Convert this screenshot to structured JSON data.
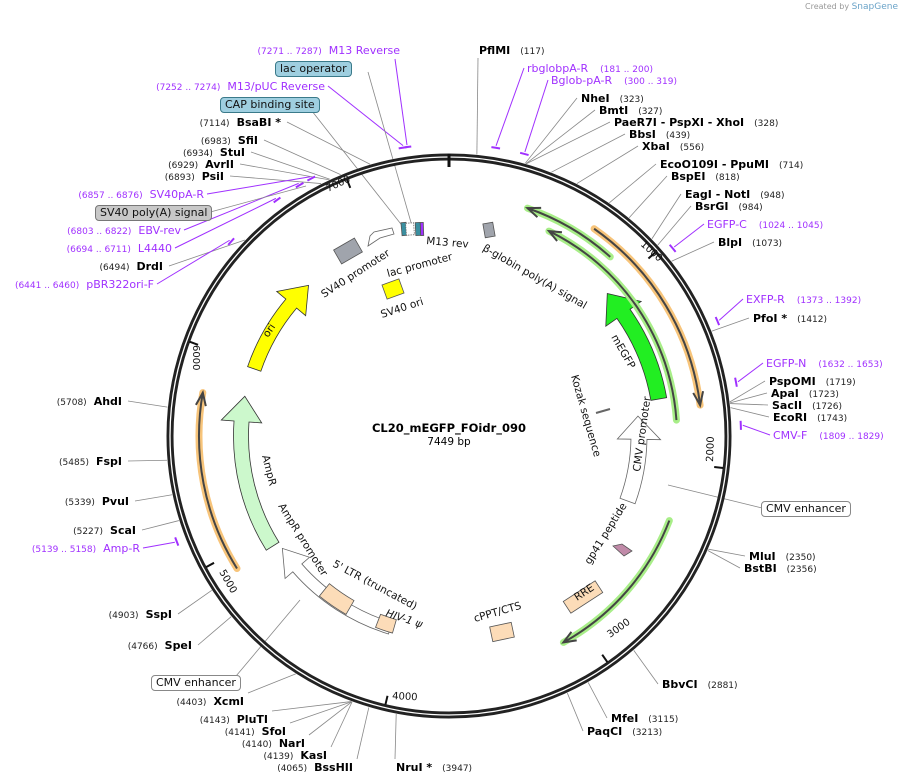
{
  "credit": {
    "prefix": "Created by",
    "brand": "SnapGene"
  },
  "plasmid": {
    "name": "CL20_mEGFP_FOidr_090",
    "length_label": "7449 bp",
    "length_bp": 7449
  },
  "ticks": [
    "1000",
    "2000",
    "3000",
    "4000",
    "5000",
    "6000",
    "7000"
  ],
  "enzymes": [
    {
      "name": "PflMI",
      "pos": 117
    },
    {
      "name": "NheI",
      "pos": 323
    },
    {
      "name": "BmtI",
      "pos": 327
    },
    {
      "name": "PaeR7I  - PspXI  - XhoI",
      "pos": 328
    },
    {
      "name": "BbsI",
      "pos": 439
    },
    {
      "name": "XbaI",
      "pos": 556
    },
    {
      "name": "EcoO109I  - PpuMI",
      "pos": 714
    },
    {
      "name": "BspEI",
      "pos": 818
    },
    {
      "name": "EagI  - NotI",
      "pos": 948
    },
    {
      "name": "BsrGI",
      "pos": 984
    },
    {
      "name": "BlpI",
      "pos": 1073
    },
    {
      "name": "PfoI *",
      "pos": 1412
    },
    {
      "name": "PspOMI",
      "pos": 1719
    },
    {
      "name": "ApaI",
      "pos": 1723
    },
    {
      "name": "SacII",
      "pos": 1726
    },
    {
      "name": "EcoRI",
      "pos": 1743
    },
    {
      "name": "MluI",
      "pos": 2350
    },
    {
      "name": "BstBI",
      "pos": 2356
    },
    {
      "name": "BbvCI",
      "pos": 2881
    },
    {
      "name": "MfeI",
      "pos": 3115
    },
    {
      "name": "PaqCI",
      "pos": 3213
    },
    {
      "name": "NruI *",
      "pos": 3947
    },
    {
      "name": "BsaBI *",
      "pos": 7114
    },
    {
      "name": "SfiI",
      "pos": 6983
    },
    {
      "name": "StuI",
      "pos": 6934
    },
    {
      "name": "AvrII",
      "pos": 6929
    },
    {
      "name": "PsiI",
      "pos": 6893
    },
    {
      "name": "DrdI",
      "pos": 6494
    },
    {
      "name": "AhdI",
      "pos": 5708
    },
    {
      "name": "FspI",
      "pos": 5485
    },
    {
      "name": "PvuI",
      "pos": 5339
    },
    {
      "name": "ScaI",
      "pos": 5227
    },
    {
      "name": "SspI",
      "pos": 4903
    },
    {
      "name": "SpeI",
      "pos": 4766
    },
    {
      "name": "XcmI",
      "pos": 4403
    },
    {
      "name": "PluTI",
      "pos": 4143
    },
    {
      "name": "SfoI",
      "pos": 4141
    },
    {
      "name": "NarI",
      "pos": 4140
    },
    {
      "name": "KasI",
      "pos": 4139
    },
    {
      "name": "BssHII",
      "pos": 4065
    }
  ],
  "primers": [
    {
      "name": "M13 Reverse",
      "start": 7271,
      "end": 7287
    },
    {
      "name": "M13/pUC Reverse",
      "start": 7252,
      "end": 7274
    },
    {
      "name": "SV40pA-R",
      "start": 6857,
      "end": 6876
    },
    {
      "name": "EBV-rev",
      "start": 6803,
      "end": 6822
    },
    {
      "name": "L4440",
      "start": 6694,
      "end": 6711
    },
    {
      "name": "pBR322ori-F",
      "start": 6441,
      "end": 6460
    },
    {
      "name": "Amp-R",
      "start": 5139,
      "end": 5158
    },
    {
      "name": "rbglobpA-R",
      "start": 181,
      "end": 200
    },
    {
      "name": "Bglob-pA-R",
      "start": 300,
      "end": 319
    },
    {
      "name": "EGFP-C",
      "start": 1024,
      "end": 1045
    },
    {
      "name": "EXFP-R",
      "start": 1373,
      "end": 1392
    },
    {
      "name": "EGFP-N",
      "start": 1632,
      "end": 1653
    },
    {
      "name": "CMV-F",
      "start": 1809,
      "end": 1829
    }
  ],
  "boxed_features": {
    "lac_operator": "lac operator",
    "cap_binding_site": "CAP binding site",
    "sv40_polya": "SV40 poly(A) signal",
    "cmv_enhancer_right": "CMV enhancer",
    "cmv_enhancer_left": "CMV enhancer"
  },
  "features": {
    "sv40_promoter": "SV40 promoter",
    "lac_promoter": "lac promoter",
    "m13_rev": "M13 rev",
    "bglobin": "β-globin poly(A) signal",
    "sv40_ori": "SV40 ori",
    "megfp": "mEGFP",
    "kozak": "Kozak sequence",
    "cmv_promoter": "CMV promoter",
    "gp41": "gp41 peptide",
    "rre": "RRE",
    "cppt": "cPPT/CTS",
    "hiv_psi": "HIV-1 ψ",
    "ltr": "5' LTR (truncated)",
    "ampr_promoter": "AmpR promoter",
    "ampr": "AmpR",
    "ori": "ori"
  },
  "colors": {
    "primer": "#a030ff",
    "megfp": "#22ee22",
    "ampr": "#ccf8cc",
    "ori": "#ffff00",
    "orf_orange": "#f7c47a",
    "orf_green": "#a8ee88",
    "tan": "#fcdcb8",
    "gray_feature": "#a0a4ac",
    "teal": "#3a8fa0"
  }
}
